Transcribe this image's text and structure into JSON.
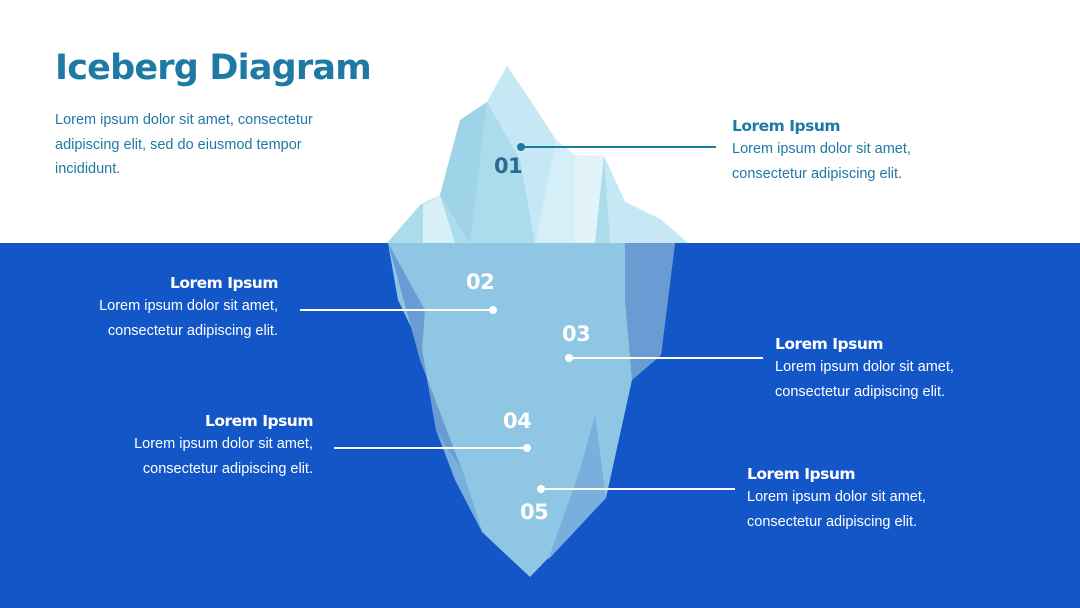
{
  "title": "Iceberg Diagram",
  "intro": "Lorem ipsum dolor sit amet, consectetur adipiscing elit, sed do eiusmod tempor incididunt.",
  "items": [
    {
      "number": "01",
      "heading": "Lorem Ipsum",
      "line1": "Lorem ipsum dolor sit amet,",
      "line2": "consectetur adipiscing elit."
    },
    {
      "number": "02",
      "heading": "Lorem Ipsum",
      "line1": "Lorem ipsum dolor sit amet,",
      "line2": "consectetur adipiscing elit."
    },
    {
      "number": "03",
      "heading": "Lorem Ipsum",
      "line1": "Lorem ipsum dolor sit amet,",
      "line2": "consectetur adipiscing elit."
    },
    {
      "number": "04",
      "heading": "Lorem Ipsum",
      "line1": "Lorem ipsum dolor sit amet,",
      "line2": "consectetur adipiscing elit."
    },
    {
      "number": "05",
      "heading": "Lorem Ipsum",
      "line1": "Lorem ipsum dolor sit amet,",
      "line2": "consectetur adipiscing elit."
    }
  ],
  "colors": {
    "water": "#1256c8",
    "title": "#1e7aa4",
    "ice_light": "#aadcec",
    "ice_pale": "#d4eff7",
    "ice_underwater": "#8ec6e4",
    "ice_shadow": "#6a9bd3"
  }
}
